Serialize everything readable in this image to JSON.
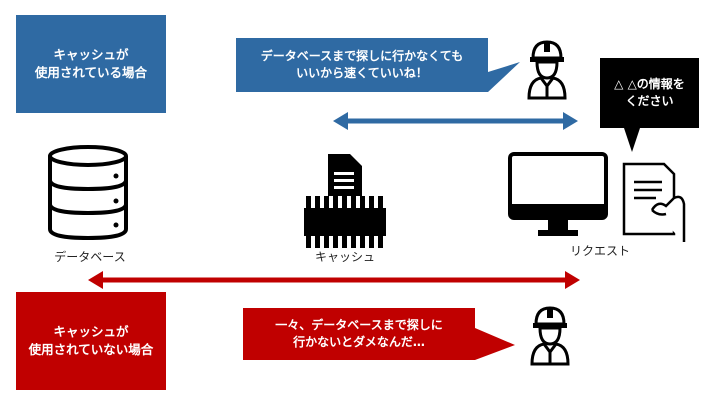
{
  "cache_hit_label": "キャッシュが\n使用されている場合",
  "cache_miss_label": "キャッシュが\n使用されていない場合",
  "speech_fast": "データベースまで探しに行かなくても\nいいから速くていいね！",
  "speech_slow": "一々、データベースまで探しに\n行かないとダメなんだ…",
  "request_callout": "△ △の情報を\nください",
  "database_label": "データベース",
  "cache_label": "キャッシュ",
  "request_label": "リクエスト",
  "colors": {
    "blue": "#2f6aa3",
    "red": "#c00000",
    "black": "#000000"
  },
  "icons": [
    "database-icon",
    "memory-chip-icon",
    "monitor-icon",
    "document-hand-icon",
    "worker-icon"
  ]
}
